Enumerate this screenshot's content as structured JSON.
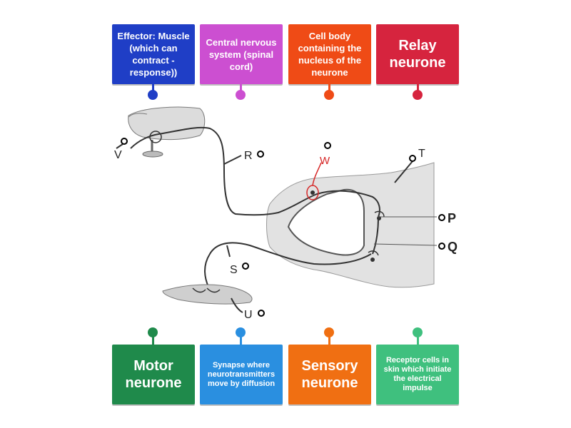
{
  "cards_top": [
    {
      "text": "Effector: Muscle (which can contract - response))",
      "color": "#1f3ec6"
    },
    {
      "text": "Central nervous system (spinal cord)",
      "color": "#cc4fd1"
    },
    {
      "text": "Cell body containing the nucleus of the neurone",
      "color": "#ef4b16"
    },
    {
      "text": "Relay neurone",
      "color": "#d6243e"
    }
  ],
  "cards_bottom": [
    {
      "text": "Motor neurone",
      "color": "#1f8a4b"
    },
    {
      "text": "Synapse where neurotransmitters move by diffusion",
      "color": "#2a8fe0"
    },
    {
      "text": "Sensory neurone",
      "color": "#f06f12"
    },
    {
      "text": "Receptor cells in skin which initiate the electrical impulse",
      "color": "#3fc07e"
    }
  ],
  "diagram_labels": {
    "V": "V",
    "R": "R",
    "W": "W",
    "T": "T",
    "P": "P",
    "Q": "Q",
    "S": "S",
    "U": "U"
  }
}
